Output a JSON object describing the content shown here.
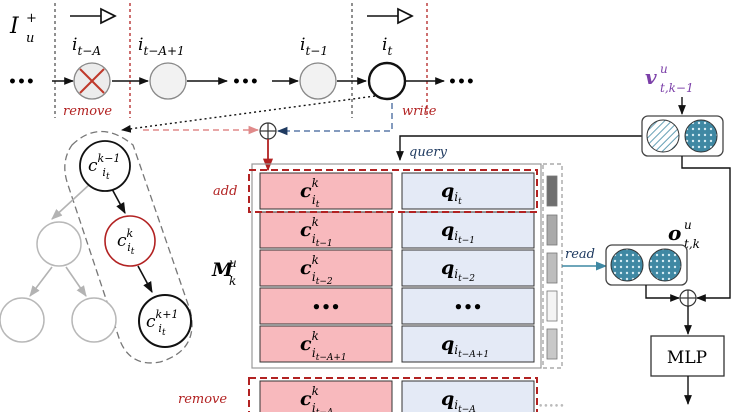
{
  "sequence": {
    "title": "I",
    "title_sup": "+",
    "title_sub": "u",
    "nodes": [
      {
        "base": "i",
        "sub": "t−A"
      },
      {
        "base": "i",
        "sub": "t−A+1"
      },
      {
        "base": "i",
        "sub": "t−1"
      },
      {
        "base": "i",
        "sub": "t"
      }
    ],
    "ellipsis": "•••",
    "remove_label": "remove",
    "write_label": "write"
  },
  "tree": {
    "nodes": [
      {
        "base": "c",
        "sup": "k−1",
        "sub": "i",
        "subsub": "t"
      },
      {
        "base": "c",
        "sup": "k",
        "sub": "i",
        "subsub": "t"
      },
      {
        "base": "c",
        "sup": "k+1",
        "sub": "i",
        "subsub": "t"
      }
    ]
  },
  "memory": {
    "label": "M",
    "label_sup": "u",
    "label_sub": "k",
    "add_label": "add",
    "remove_label": "remove",
    "query_label": "query",
    "read_label": "read",
    "rows": [
      {
        "c_sup": "k",
        "c_sub": "i",
        "c_subsub": "t",
        "q_sub": "i",
        "q_subsub": "t",
        "indicator": "#6f6f6f"
      },
      {
        "c_sup": "k",
        "c_sub": "i",
        "c_subsub": "t−1",
        "q_sub": "i",
        "q_subsub": "t−1",
        "indicator": "#a9a9a9"
      },
      {
        "c_sup": "k",
        "c_sub": "i",
        "c_subsub": "t−2",
        "q_sub": "i",
        "q_subsub": "t−2",
        "indicator": "#bdbdbd"
      },
      {
        "ellipsis": "•••",
        "indicator": "#f4f4f4"
      },
      {
        "c_sup": "k",
        "c_sub": "i",
        "c_subsub": "t−A+1",
        "q_sub": "i",
        "q_subsub": "t−A+1",
        "indicator": "#c8c8c8"
      }
    ],
    "removed_row": {
      "c_sup": "k",
      "c_sub": "i",
      "c_subsub": "t−A",
      "q_sub": "i",
      "q_subsub": "t−A"
    }
  },
  "right": {
    "v_label": {
      "base": "v",
      "sup": "u",
      "sub": "t,k−1"
    },
    "o_label": {
      "base": "o",
      "sup": "u",
      "sub": "t,k"
    },
    "mlp_label": "MLP"
  },
  "colors": {
    "red": "#b22222",
    "pink_fill": "#f8b9bd",
    "blue_fill": "#e4eaf6",
    "dark_blue": "#1f3a60",
    "teal": "#3f88a3",
    "purple": "#7b3fa8",
    "grey": "#b3b3b3"
  },
  "watermark": "•••••"
}
